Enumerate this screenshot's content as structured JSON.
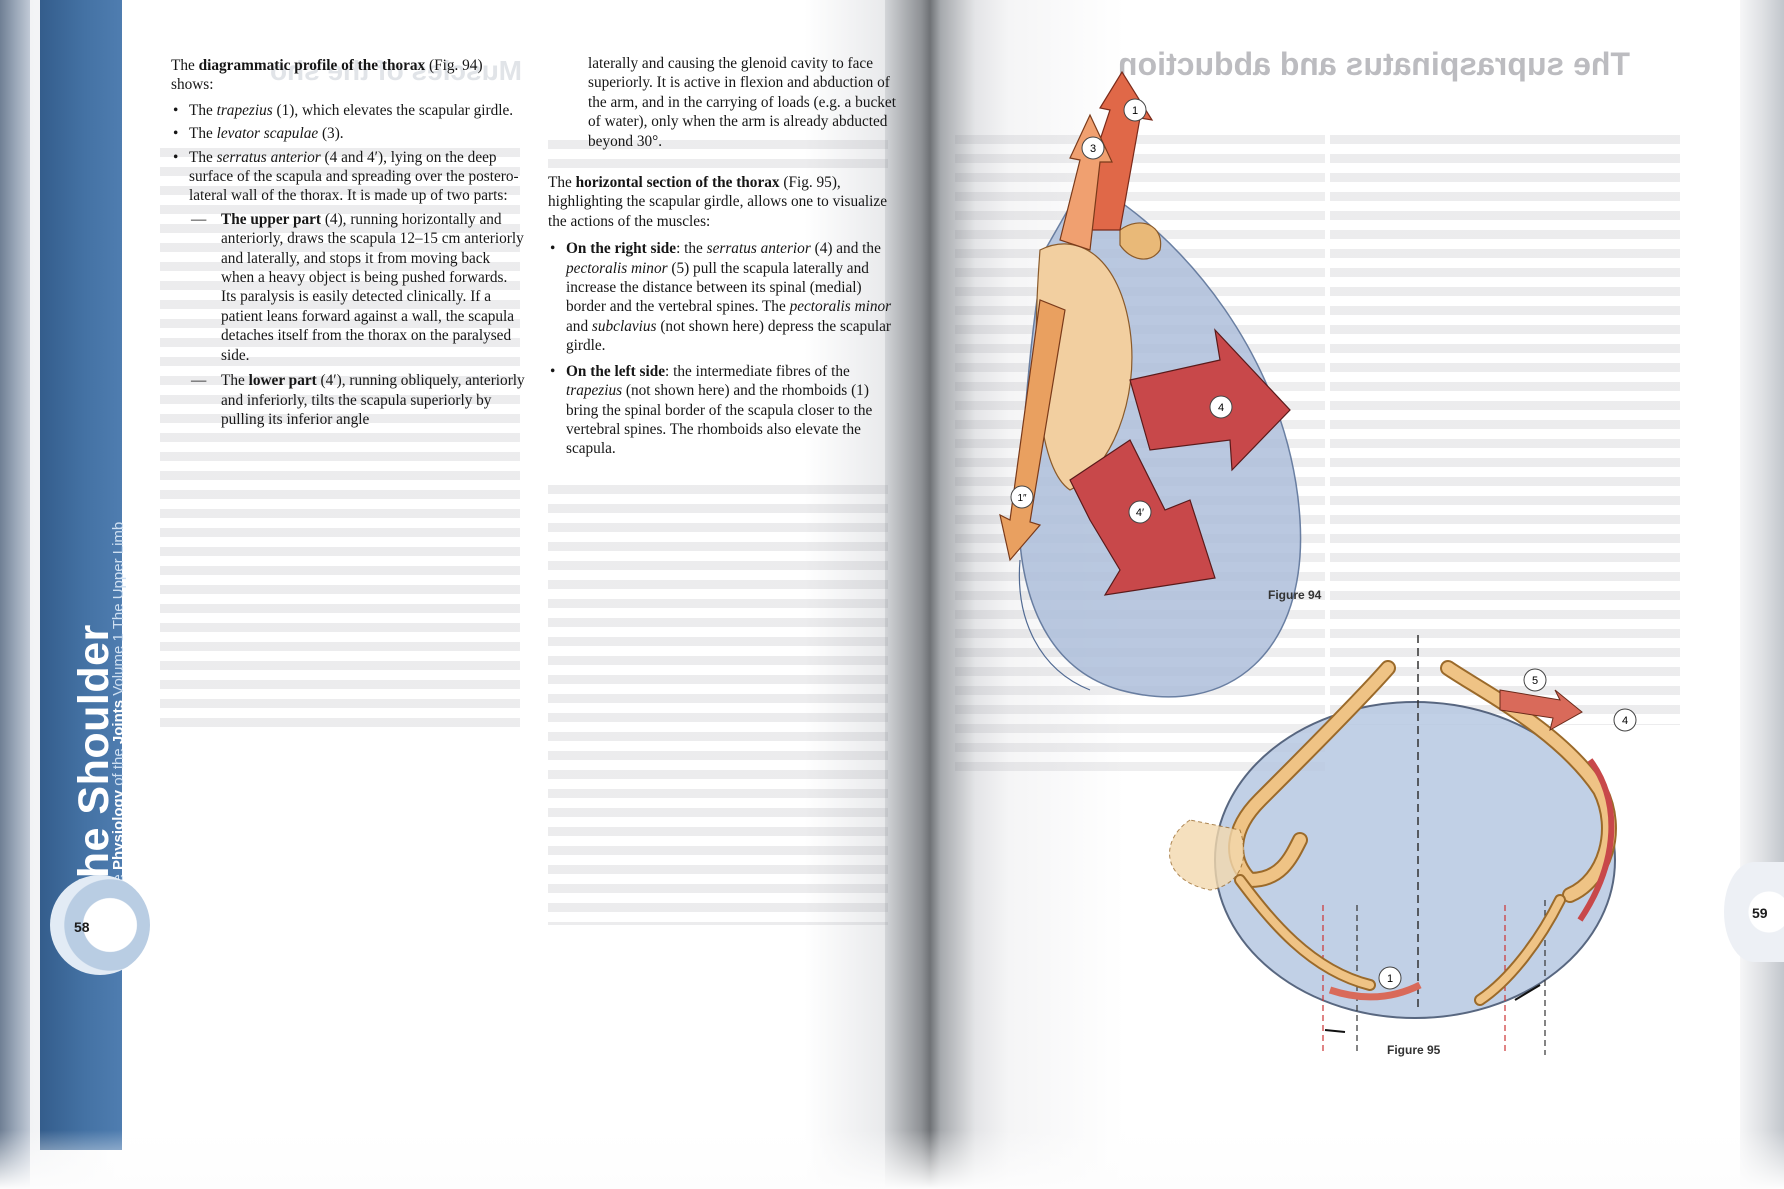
{
  "sidebar": {
    "title": "The Shoulder",
    "subtitle_prefix": "The ",
    "subtitle_bold": "Physiology",
    "subtitle_mid": " of the ",
    "subtitle_bold2": "Joints",
    "subtitle_suffix": " Volume 1 The Upper Limb"
  },
  "pages": {
    "left_number": "58",
    "right_number": "59"
  },
  "ghost": {
    "left_title": "Muscles of the sho",
    "right_title": "The supraspinatus and abduction"
  },
  "col1": {
    "intro_a": "The ",
    "intro_b": "diagrammatic profile of the thorax",
    "intro_c": " (Fig. 94) shows:",
    "b1_a": "The ",
    "b1_i": "trapezius",
    "b1_c": " (1), which elevates the scapular girdle.",
    "b2_a": "The ",
    "b2_i": "levator scapulae",
    "b2_c": " (3).",
    "b3_a": "The ",
    "b3_i": "serratus anterior",
    "b3_c": " (4 and 4′), lying on the deep surface of the scapula and spreading over the postero-lateral wall of the thorax. It is made up of two parts:",
    "d1_b": "The upper part",
    "d1_c": " (4), running horizontally and anteriorly, draws the scapula 12–15 cm anteriorly and laterally, and stops it from moving back when a heavy object is being pushed forwards. Its paralysis is easily detected clinically. If a patient leans forward against a wall, the scapula detaches itself from the thorax on the paralysed side.",
    "d2_a": "The ",
    "d2_b": "lower part",
    "d2_c": " (4′), running obliquely, anteriorly and inferiorly, tilts the scapula superiorly by pulling its inferior angle"
  },
  "col2": {
    "cont": "laterally and causing the glenoid cavity to face superiorly. It is active in flexion and abduction of the arm, and in the carrying of loads (e.g. a bucket of water), only when the arm is already abducted beyond 30°.",
    "h_a": "The ",
    "h_b": "horizontal section of the thorax",
    "h_c": " (Fig. 95), highlighting the scapular girdle, allows one to visualize the actions of the muscles:",
    "r_b": "On the right side",
    "r_c1": ": the ",
    "r_i1": "serratus anterior",
    "r_c2": " (4) and the ",
    "r_i2": "pectoralis minor",
    "r_c3": " (5) pull the scapula laterally and increase the distance between its spinal (medial) border and the vertebral spines. The ",
    "r_i3": "pectoralis minor",
    "r_c4": " and ",
    "r_i4": "subclavius",
    "r_c5": " (not shown here) depress the scapular girdle.",
    "l_b": "On the left side",
    "l_c1": ": the intermediate fibres of the ",
    "l_i1": "trapezius",
    "l_c2": " (not shown here) and the rhomboids (1) bring the spinal border of the scapula closer to the vertebral spines. The rhomboids also elevate the scapula."
  },
  "figures": {
    "fig94": {
      "caption": "Figure 94",
      "labels": [
        "1",
        "3",
        "4",
        "4′",
        "1″"
      ]
    },
    "fig95": {
      "caption": "Figure 95",
      "labels": [
        "5",
        "4",
        "1"
      ]
    }
  },
  "colors": {
    "sidebar_blue": "#4472a4",
    "muscle_red": "#c8484a",
    "bone_tan": "#e9b978",
    "thorax_blue": "#a9bcd8"
  }
}
